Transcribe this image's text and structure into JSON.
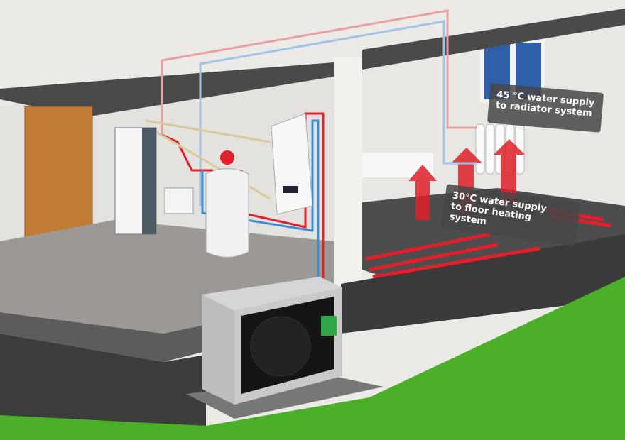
{
  "callouts": {
    "radiator": {
      "line1": "45 °C water supply",
      "line2": "to radiator system"
    },
    "floor": {
      "line1": "30°C water supply",
      "line2": "to floor heating system"
    }
  },
  "colors": {
    "hot_pipe": "#e0202a",
    "cold_pipe": "#3a8fd6",
    "grass": "#4caf2a",
    "slab": "#3c3c3c"
  }
}
